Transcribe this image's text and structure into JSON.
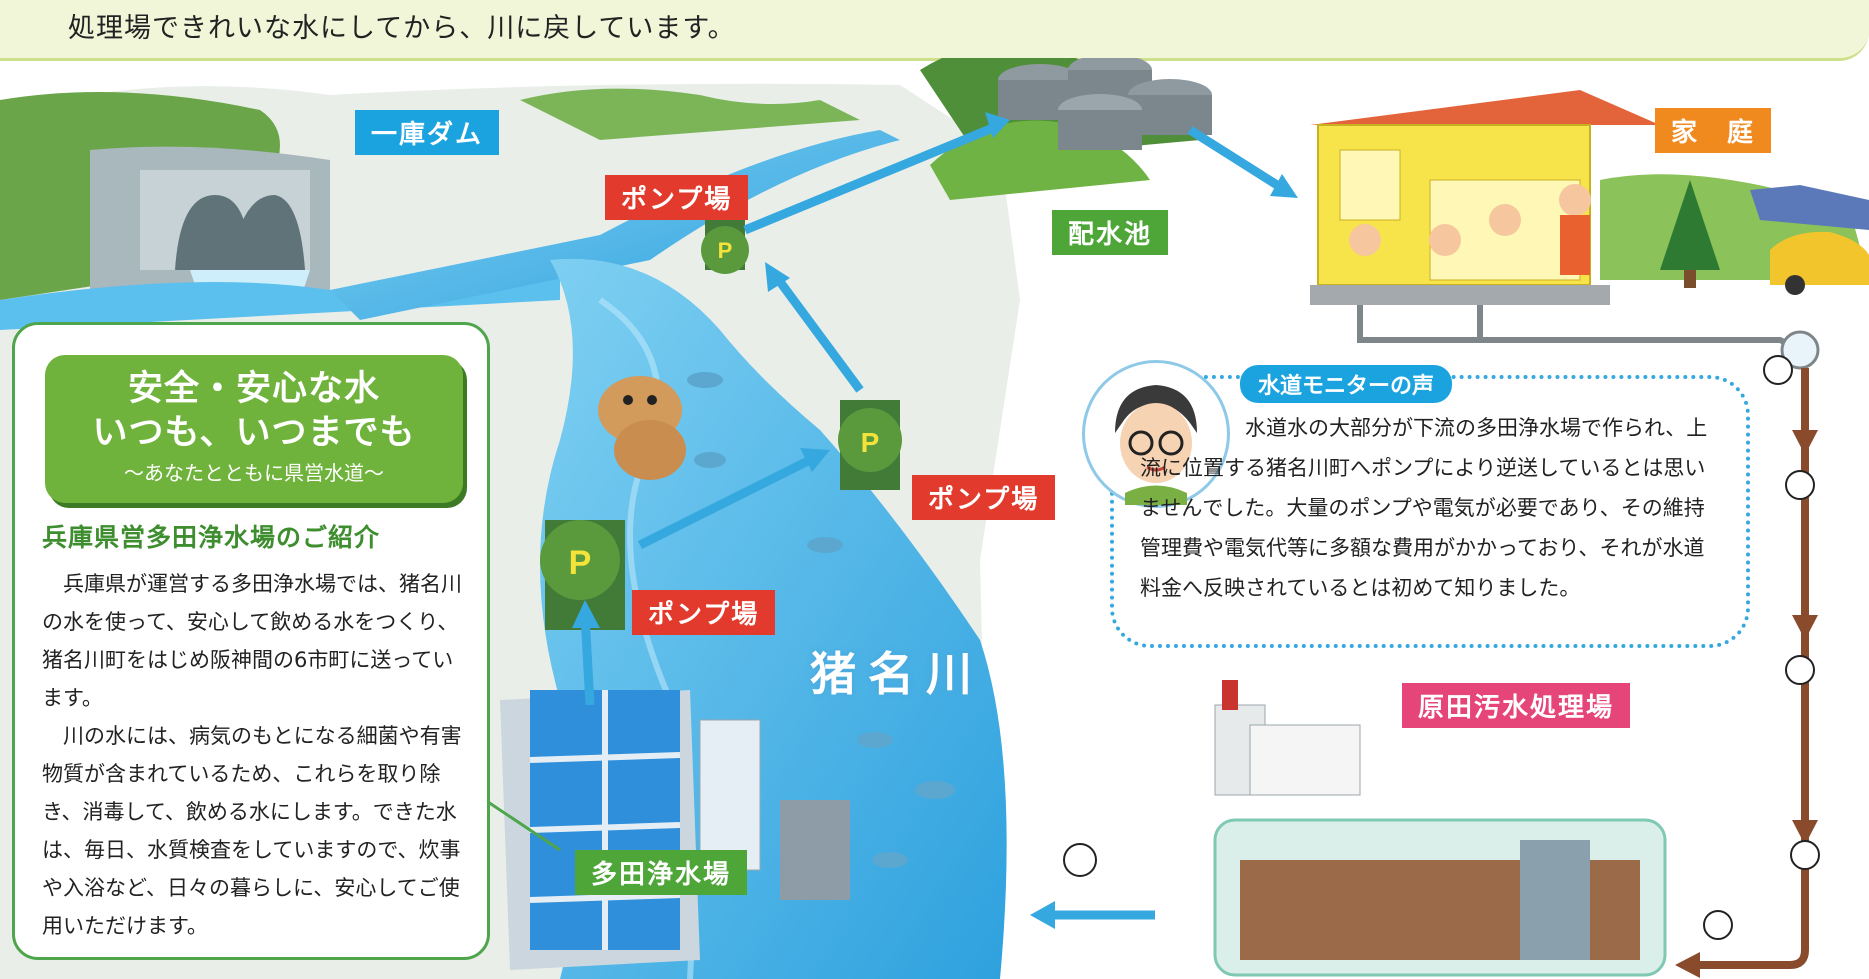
{
  "intro_text": "処理場できれいな水にしてから、川に戻しています。",
  "labels": {
    "dam": "一庫ダム",
    "pump_top": "ポンプ場",
    "pump_mid": "ポンプ場",
    "pump_low": "ポンプ場",
    "reservoir": "配水池",
    "home": "家　庭",
    "sewage": "原田汚水処理場",
    "plant": "多田浄水場",
    "river": "猪名川"
  },
  "intro_panel": {
    "slogan_line1": "安全・安心な水",
    "slogan_line2": "いつも、いつまでも",
    "slogan_sub": "〜あなたとともに県営水道〜",
    "title": "兵庫県営多田浄水場のご紹介",
    "paragraph1": "兵庫県が運営する多田浄水場では、猪名川の水を使って、安心して飲める水をつくり、猪名川町をはじめ阪神間の6市町に送っています。",
    "paragraph2": "川の水には、病気のもとになる細菌や有害物質が含まれているため、これらを取り除き、消毒して、飲める水にします。できた水は、毎日、水質検査をしていますので、炊事や入浴など、日々の暮らしに、安心してご使用いただけます。"
  },
  "monitor": {
    "title": "水道モニターの声",
    "comment": "水道水の大部分が下流の多田浄水場で作られ、上流に位置する猪名川町へポンプにより逆送しているとは思いませんでした。大量のポンプや電気が必要であり、その維持管理費や電気代等に多額な費用がかかっており、それが水道料金へ反映されているとは初めて知りました。"
  },
  "pump_symbol": "P",
  "colors": {
    "water": "#3fb3ea",
    "arrow": "#35a8e0",
    "sewer_arrow": "#8a4b2d",
    "panel_border": "#4ea54b",
    "hill": "#5fa83d"
  },
  "icons": [
    "dam-icon",
    "pump-icon",
    "reservoir-tank-icon",
    "house-icon",
    "car-icon",
    "factory-icon",
    "water-drop-mascot-icon",
    "boar-icon",
    "fish-icon"
  ]
}
